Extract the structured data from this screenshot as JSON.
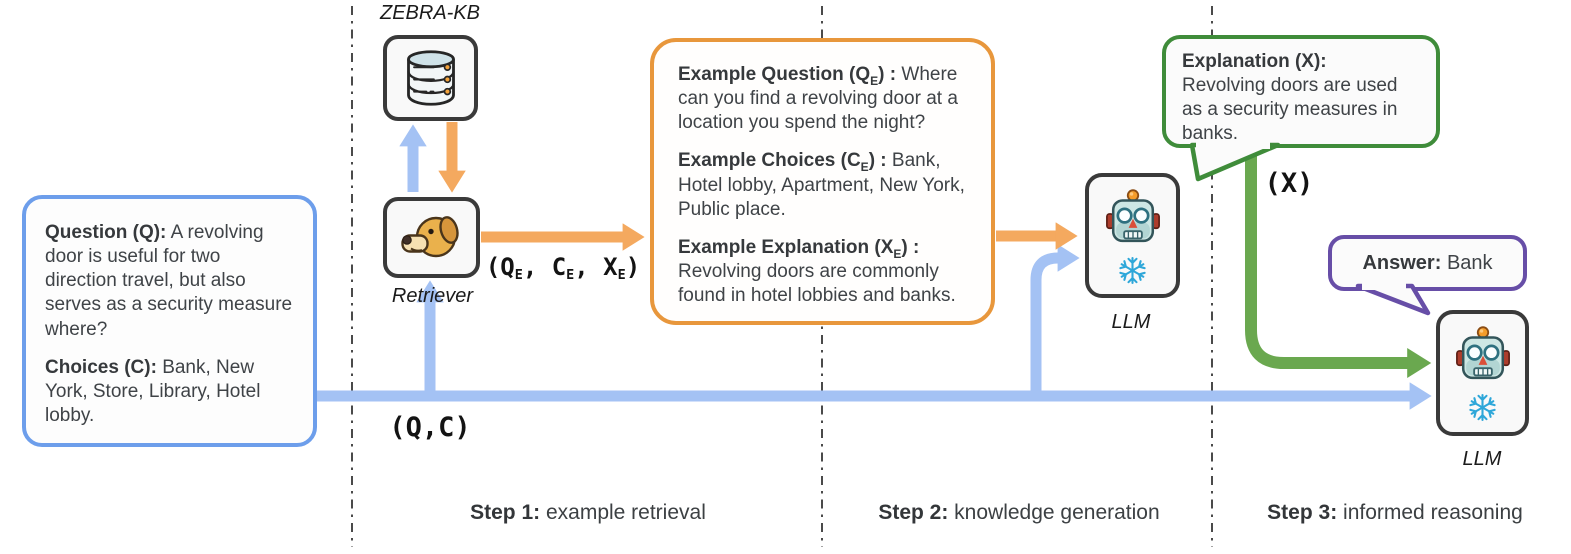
{
  "palette": {
    "blue_border": "#6d9eeb",
    "blue_arrow": "#a4c2f4",
    "orange_border": "#e8973c",
    "orange_arrow": "#f4a95f",
    "green_border": "#3f8c3a",
    "green_arrow": "#6aa84f",
    "purple_border": "#674ea7",
    "node_border": "#3a3a3a",
    "divider": "#4a4a4a"
  },
  "question_box": {
    "question_label": "Question (Q):",
    "question_text": "A revolving door is useful for two direction travel, but also serves as a security measure where?",
    "choices_label": "Choices (C):",
    "choices_text": "Bank, New York, Store, Library, Hotel lobby."
  },
  "kb_label": "ZEBRA-KB",
  "retriever_label": "Retriever",
  "llm_label": "LLM",
  "qc_label": "(Q,C)",
  "x_label": "(X)",
  "tuple_label": {
    "p1": "(Q",
    "s1": "E",
    "p2": ", C",
    "s2": "E",
    "p3": ", X",
    "s3": "E",
    "p4": ")"
  },
  "example_box": {
    "question_label_pre": "Example Question (Q",
    "question_label_sub": "E",
    "question_label_post": ") :",
    "question_text": "Where can you find a revolving door at a location you spend the night?",
    "choices_label_pre": "Example Choices (C",
    "choices_label_sub": "E",
    "choices_label_post": ") :",
    "choices_text": "Bank, Hotel lobby, Apartment, New York, Public place.",
    "explanation_label_pre": "Example Explanation (X",
    "explanation_label_sub": "E",
    "explanation_label_post": ") :",
    "explanation_text": "Revolving doors are commonly found in hotel lobbies and banks."
  },
  "explanation_bubble": {
    "title": "Explanation (X):",
    "body": "Revolving doors are used as a security measures in banks."
  },
  "answer_bubble": {
    "label": "Answer:",
    "value": "Bank"
  },
  "steps": [
    {
      "prefix": "Step 1:",
      "text": "example retrieval"
    },
    {
      "prefix": "Step 2:",
      "text": "knowledge generation"
    },
    {
      "prefix": "Step 3:",
      "text": "informed reasoning"
    }
  ]
}
